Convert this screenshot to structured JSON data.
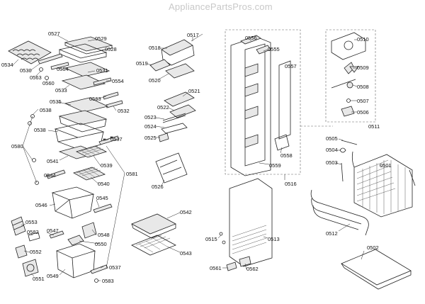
{
  "watermark": "AppliancePartsPros.com",
  "labels": [
    "0527",
    "0529",
    "0528",
    "0534",
    "0530",
    "0563",
    "0560",
    "0554",
    "0531",
    "0533",
    "0554",
    "0563",
    "0532",
    "0535",
    "0538",
    "0538",
    "0537",
    "0580",
    "0541",
    "0539",
    "0544",
    "0581",
    "0540",
    "0546",
    "0545",
    "0553",
    "0547",
    "0582",
    "0548",
    "0550",
    "0552",
    "0549",
    "0551",
    "0537",
    "0583",
    "0517",
    "0518",
    "0519",
    "0520",
    "0521",
    "0522",
    "0523",
    "0524",
    "0525",
    "0526",
    "0542",
    "0543",
    "0556",
    "0555",
    "0557",
    "0558",
    "0559",
    "0516",
    "0515",
    "0513",
    "0561",
    "0562",
    "0510",
    "0509",
    "0508",
    "0507",
    "0506",
    "0511",
    "0505",
    "0504",
    "0503",
    "0501",
    "0512",
    "0502"
  ]
}
